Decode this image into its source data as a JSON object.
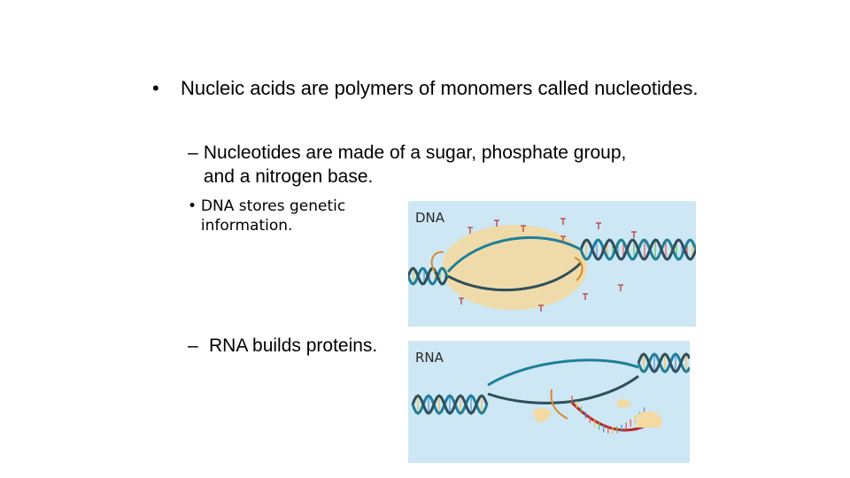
{
  "bullets": {
    "level1": {
      "marker": "•",
      "text": "Nucleic acids are polymers of monomers called nucleotides."
    },
    "level2": {
      "marker": "–",
      "text": "Nucleotides are made of a sugar, phosphate group, and a nitrogen base."
    },
    "level3": {
      "marker": "•",
      "text": "DNA stores genetic information."
    },
    "level4": {
      "marker": "–",
      "text": "RNA builds proteins."
    }
  },
  "figures": {
    "dna": {
      "label": "DNA"
    },
    "rna": {
      "label": "RNA"
    }
  },
  "colors": {
    "figure_background": "#cde7f5",
    "strand_teal": "#1f7f99",
    "strand_dark": "#2f4f5c",
    "enzyme": "#f3d9a2",
    "rna_strand": "#b8262a"
  }
}
